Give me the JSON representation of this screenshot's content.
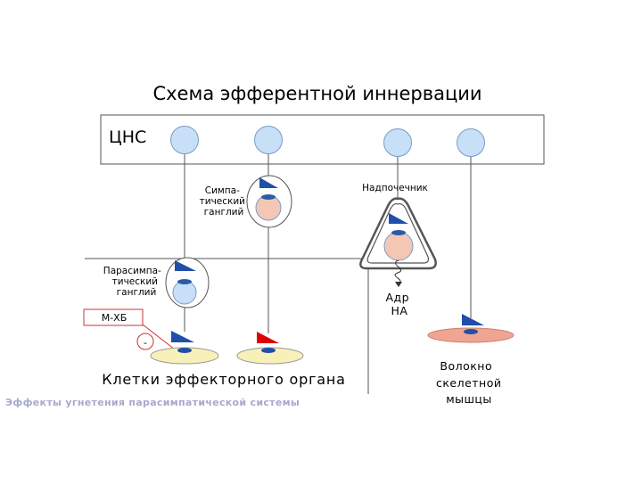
{
  "title": "Схема эфферентной иннервации",
  "cns_label": "ЦНС",
  "sympathetic_ganglion": [
    "Симпа-",
    "тический",
    "ганглий"
  ],
  "parasympathetic_ganglion": [
    "Парасимпа-",
    "тический",
    "ганглий"
  ],
  "adrenal_label": "Надпочечник",
  "adrenal_output": [
    "Адр",
    "НА"
  ],
  "receptor_label": "М-ХБ",
  "inhibition_sign": "-",
  "effector_label": "Клетки  эффекторного  органа",
  "muscle_label": [
    "Волокно",
    "скелетной",
    "мышцы"
  ],
  "caption": "Эффекты угнетения парасимпатической системы",
  "colors": {
    "neuron_body": "#c7dff7",
    "ganglion_cell": "#f4c6b4",
    "terminal_blue": "#1f4fa8",
    "terminal_red": "#e00000",
    "effector_cell": "#f7f0b8",
    "muscle_fiber": "#f0a592",
    "receptor_box": "#cc3333",
    "caption_text": "#a8a8cf"
  }
}
